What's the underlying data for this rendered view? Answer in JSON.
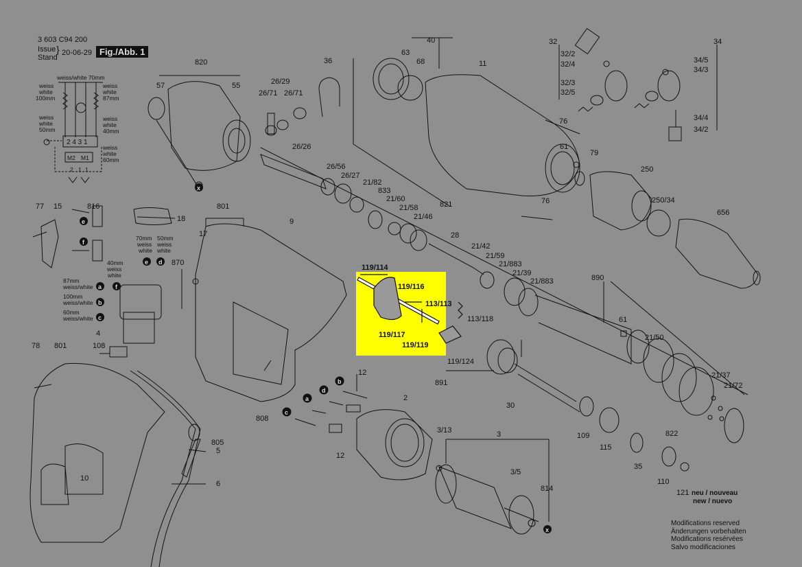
{
  "header": {
    "doc_number": "3 603 C94 200",
    "issue_label": "Issue",
    "stand_label": "Stand",
    "issue_date": "20-06-29",
    "figure_label": "Fig./Abb. 1"
  },
  "wiring": {
    "notes": [
      "weiss/white 70mm",
      "weiss",
      "white",
      "100mm",
      "weiss",
      "white",
      "87mm",
      "weiss",
      "white",
      "50mm",
      "weiss",
      "white",
      "40mm",
      "weiss",
      "white",
      "60mm"
    ],
    "terminals": "2 4 3 1",
    "motor_labels": [
      "M2",
      "M1"
    ],
    "lower_terminals": [
      "2",
      "1",
      "1"
    ]
  },
  "switch_notes": {
    "left": [
      "87mm",
      "weiss/white",
      "100mm",
      "weiss/white",
      "60mm",
      "weiss/white"
    ],
    "right_top": [
      "70mm",
      "weiss",
      "white",
      "50mm",
      "weiss",
      "white"
    ],
    "right_mid": [
      "40mm",
      "weiss",
      "white"
    ],
    "letters": [
      "a",
      "b",
      "c",
      "d",
      "e",
      "f"
    ]
  },
  "part_labels": [
    {
      "id": "p820",
      "text": "820"
    },
    {
      "id": "p57",
      "text": "57"
    },
    {
      "id": "p55",
      "text": "55"
    },
    {
      "id": "p36",
      "text": "36"
    },
    {
      "id": "p40",
      "text": "40"
    },
    {
      "id": "p63",
      "text": "63"
    },
    {
      "id": "p68",
      "text": "68"
    },
    {
      "id": "p11",
      "text": "11"
    },
    {
      "id": "p32",
      "text": "32"
    },
    {
      "id": "p32_2",
      "text": "32/2"
    },
    {
      "id": "p32_4",
      "text": "32/4"
    },
    {
      "id": "p32_3",
      "text": "32/3"
    },
    {
      "id": "p32_5",
      "text": "32/5"
    },
    {
      "id": "p34",
      "text": "34"
    },
    {
      "id": "p34_5",
      "text": "34/5"
    },
    {
      "id": "p34_3",
      "text": "34/3"
    },
    {
      "id": "p34_4",
      "text": "34/4"
    },
    {
      "id": "p34_2",
      "text": "34/2"
    },
    {
      "id": "p26_29",
      "text": "26/29"
    },
    {
      "id": "p26_71a",
      "text": "26/71"
    },
    {
      "id": "p26_71b",
      "text": "26/71"
    },
    {
      "id": "p26_26",
      "text": "26/26"
    },
    {
      "id": "p26_56",
      "text": "26/56"
    },
    {
      "id": "p26_27",
      "text": "26/27"
    },
    {
      "id": "p21_82",
      "text": "21/82"
    },
    {
      "id": "p833",
      "text": "833"
    },
    {
      "id": "p21_60",
      "text": "21/60"
    },
    {
      "id": "p21_58",
      "text": "21/58"
    },
    {
      "id": "p21_46",
      "text": "21/46"
    },
    {
      "id": "p821",
      "text": "821"
    },
    {
      "id": "p28",
      "text": "28"
    },
    {
      "id": "p21_42",
      "text": "21/42"
    },
    {
      "id": "p21_59",
      "text": "21/59"
    },
    {
      "id": "p21_883a",
      "text": "21/883"
    },
    {
      "id": "p21_39",
      "text": "21/39"
    },
    {
      "id": "p21_883b",
      "text": "21/883"
    },
    {
      "id": "p76a",
      "text": "76"
    },
    {
      "id": "p76b",
      "text": "76"
    },
    {
      "id": "p61a",
      "text": "61"
    },
    {
      "id": "p79",
      "text": "79"
    },
    {
      "id": "p250",
      "text": "250"
    },
    {
      "id": "p250_34",
      "text": "250/34"
    },
    {
      "id": "p656",
      "text": "656"
    },
    {
      "id": "p890",
      "text": "890"
    },
    {
      "id": "p61b",
      "text": "61"
    },
    {
      "id": "p21_50",
      "text": "21/50"
    },
    {
      "id": "p21_37",
      "text": "21/37"
    },
    {
      "id": "p21_72",
      "text": "21/72"
    },
    {
      "id": "p822",
      "text": "822"
    },
    {
      "id": "p77",
      "text": "77"
    },
    {
      "id": "p15",
      "text": "15"
    },
    {
      "id": "p816",
      "text": "816"
    },
    {
      "id": "p18",
      "text": "18"
    },
    {
      "id": "p801a",
      "text": "801"
    },
    {
      "id": "p17",
      "text": "17"
    },
    {
      "id": "p9",
      "text": "9"
    },
    {
      "id": "p870",
      "text": "870"
    },
    {
      "id": "p4",
      "text": "4"
    },
    {
      "id": "p108",
      "text": "108"
    },
    {
      "id": "p78",
      "text": "78"
    },
    {
      "id": "p801b",
      "text": "801"
    },
    {
      "id": "p808",
      "text": "808"
    },
    {
      "id": "p12a",
      "text": "12"
    },
    {
      "id": "p12b",
      "text": "12"
    },
    {
      "id": "p2",
      "text": "2"
    },
    {
      "id": "p891",
      "text": "891"
    },
    {
      "id": "p30",
      "text": "30"
    },
    {
      "id": "p109",
      "text": "109"
    },
    {
      "id": "p115",
      "text": "115"
    },
    {
      "id": "p35",
      "text": "35"
    },
    {
      "id": "p110",
      "text": "110"
    },
    {
      "id": "p3_13",
      "text": "3/13"
    },
    {
      "id": "p3",
      "text": "3"
    },
    {
      "id": "p3_5",
      "text": "3/5"
    },
    {
      "id": "p814",
      "text": "814"
    },
    {
      "id": "p805",
      "text": "805"
    },
    {
      "id": "p5",
      "text": "5"
    },
    {
      "id": "p6",
      "text": "6"
    },
    {
      "id": "p10",
      "text": "10"
    },
    {
      "id": "p121",
      "text": "121"
    },
    {
      "id": "p113_118",
      "text": "113/118"
    },
    {
      "id": "p119_124",
      "text": "119/124"
    }
  ],
  "new_note": {
    "line1": "neu / nouveau",
    "line2": "new / nuevo"
  },
  "highlight": {
    "color": "#ffff00",
    "labels": {
      "l119_114": "119/114",
      "l119_116": "119/116",
      "l113_113": "113/113",
      "l119_117": "119/117",
      "l119_119": "119/119"
    }
  },
  "modifications": [
    "Modifications reserved",
    "Änderungen vorbehalten",
    "Modifications resérvées",
    "Salvo modificaciones"
  ],
  "colors": {
    "background": "#8f8f8f",
    "ink": "#111111",
    "highlight": "#ffff00"
  }
}
